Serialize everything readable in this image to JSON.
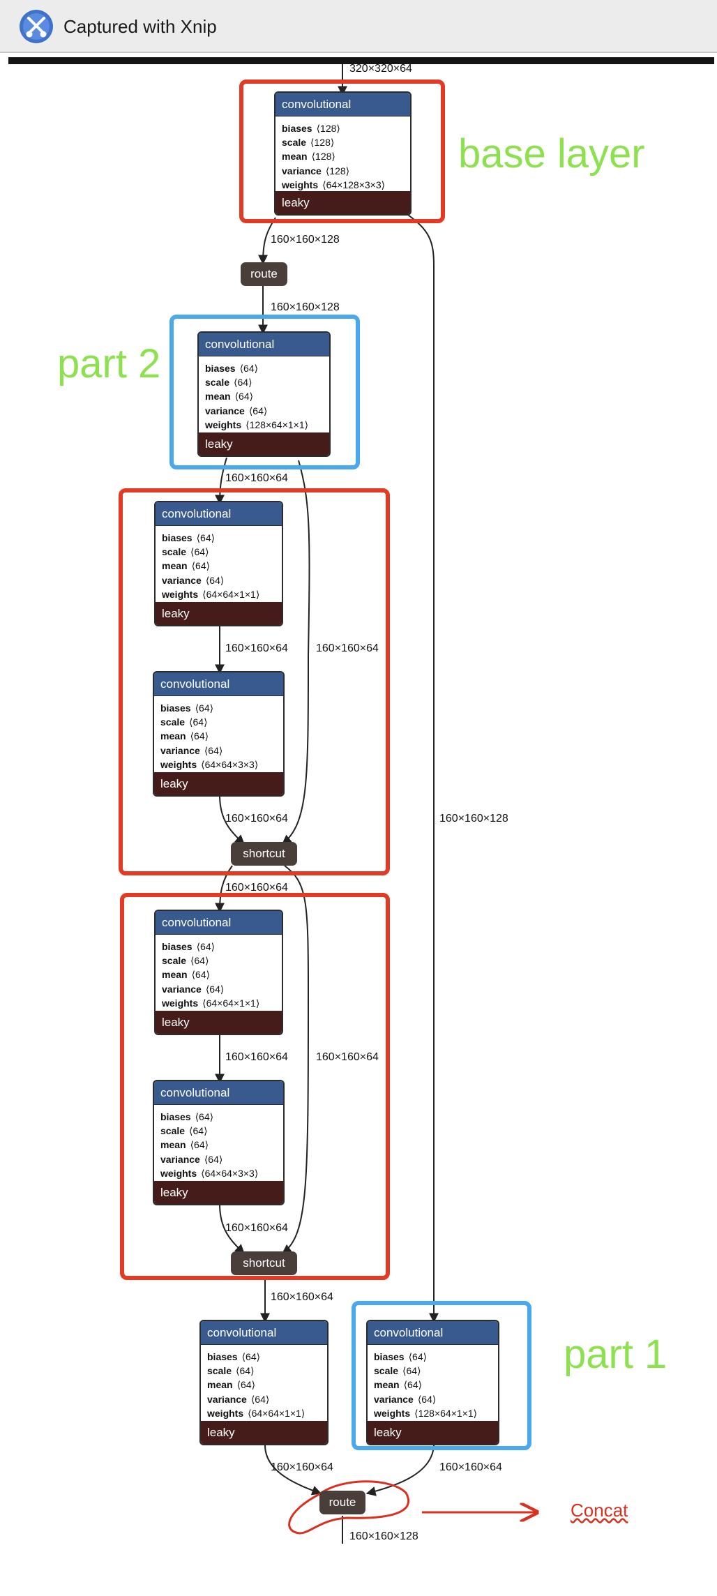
{
  "window": {
    "title": "Captured with Xnip",
    "icon": "scissors-icon"
  },
  "colors": {
    "header": "#385a8f",
    "activation": "#451c19",
    "operator": "#4a3e3b",
    "red_box": "#e23a23",
    "blue_box": "#4aa8ee",
    "annotation_green": "#8de04e",
    "annotation_red": "#d8311f"
  },
  "nodes": {
    "conv1": {
      "type": "convolutional",
      "attrs": [
        {
          "name": "biases",
          "value": "⟨128⟩"
        },
        {
          "name": "scale",
          "value": "⟨128⟩"
        },
        {
          "name": "mean",
          "value": "⟨128⟩"
        },
        {
          "name": "variance",
          "value": "⟨128⟩"
        },
        {
          "name": "weights",
          "value": "⟨64×128×3×3⟩"
        }
      ],
      "activation": "leaky"
    },
    "route1": {
      "type": "route"
    },
    "conv2": {
      "type": "convolutional",
      "attrs": [
        {
          "name": "biases",
          "value": "⟨64⟩"
        },
        {
          "name": "scale",
          "value": "⟨64⟩"
        },
        {
          "name": "mean",
          "value": "⟨64⟩"
        },
        {
          "name": "variance",
          "value": "⟨64⟩"
        },
        {
          "name": "weights",
          "value": "⟨128×64×1×1⟩"
        }
      ],
      "activation": "leaky"
    },
    "conv3": {
      "type": "convolutional",
      "attrs": [
        {
          "name": "biases",
          "value": "⟨64⟩"
        },
        {
          "name": "scale",
          "value": "⟨64⟩"
        },
        {
          "name": "mean",
          "value": "⟨64⟩"
        },
        {
          "name": "variance",
          "value": "⟨64⟩"
        },
        {
          "name": "weights",
          "value": "⟨64×64×1×1⟩"
        }
      ],
      "activation": "leaky"
    },
    "conv4": {
      "type": "convolutional",
      "attrs": [
        {
          "name": "biases",
          "value": "⟨64⟩"
        },
        {
          "name": "scale",
          "value": "⟨64⟩"
        },
        {
          "name": "mean",
          "value": "⟨64⟩"
        },
        {
          "name": "variance",
          "value": "⟨64⟩"
        },
        {
          "name": "weights",
          "value": "⟨64×64×3×3⟩"
        }
      ],
      "activation": "leaky"
    },
    "shortcut1": {
      "type": "shortcut"
    },
    "conv5": {
      "type": "convolutional",
      "attrs": [
        {
          "name": "biases",
          "value": "⟨64⟩"
        },
        {
          "name": "scale",
          "value": "⟨64⟩"
        },
        {
          "name": "mean",
          "value": "⟨64⟩"
        },
        {
          "name": "variance",
          "value": "⟨64⟩"
        },
        {
          "name": "weights",
          "value": "⟨64×64×1×1⟩"
        }
      ],
      "activation": "leaky"
    },
    "conv6": {
      "type": "convolutional",
      "attrs": [
        {
          "name": "biases",
          "value": "⟨64⟩"
        },
        {
          "name": "scale",
          "value": "⟨64⟩"
        },
        {
          "name": "mean",
          "value": "⟨64⟩"
        },
        {
          "name": "variance",
          "value": "⟨64⟩"
        },
        {
          "name": "weights",
          "value": "⟨64×64×3×3⟩"
        }
      ],
      "activation": "leaky"
    },
    "shortcut2": {
      "type": "shortcut"
    },
    "conv7": {
      "type": "convolutional",
      "attrs": [
        {
          "name": "biases",
          "value": "⟨64⟩"
        },
        {
          "name": "scale",
          "value": "⟨64⟩"
        },
        {
          "name": "mean",
          "value": "⟨64⟩"
        },
        {
          "name": "variance",
          "value": "⟨64⟩"
        },
        {
          "name": "weights",
          "value": "⟨64×64×1×1⟩"
        }
      ],
      "activation": "leaky"
    },
    "conv8": {
      "type": "convolutional",
      "attrs": [
        {
          "name": "biases",
          "value": "⟨64⟩"
        },
        {
          "name": "scale",
          "value": "⟨64⟩"
        },
        {
          "name": "mean",
          "value": "⟨64⟩"
        },
        {
          "name": "variance",
          "value": "⟨64⟩"
        },
        {
          "name": "weights",
          "value": "⟨128×64×1×1⟩"
        }
      ],
      "activation": "leaky"
    },
    "route2": {
      "type": "route"
    }
  },
  "edges": {
    "in": "320×320×64",
    "conv1_route1": "160×160×128",
    "route1_conv2": "160×160×128",
    "conv2_conv3": "160×160×64",
    "conv3_conv4": "160×160×64",
    "conv2_shortcut1": "160×160×64",
    "conv4_shortcut1": "160×160×64",
    "shortcut1_conv5": "160×160×64",
    "conv5_conv6": "160×160×64",
    "shortcut1_shortcut2": "160×160×64",
    "conv6_shortcut2": "160×160×64",
    "shortcut2_conv7": "160×160×64",
    "conv1_conv8": "160×160×128",
    "conv7_route2": "160×160×64",
    "conv8_route2": "160×160×64",
    "out": "160×160×128"
  },
  "annotations": {
    "base_layer": "base layer",
    "part2": "part 2",
    "part1": "part 1",
    "concat": "Concat"
  }
}
